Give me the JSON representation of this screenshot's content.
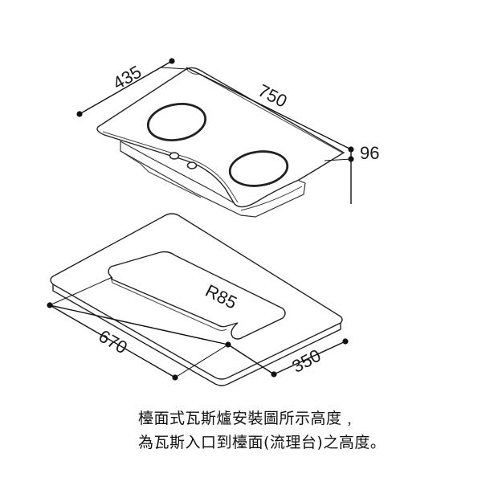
{
  "dimensions": {
    "stove_depth": "435",
    "stove_width": "750",
    "stove_height": "96",
    "cutout_width": "670",
    "cutout_depth": "350",
    "corner_radius": "R85"
  },
  "caption": {
    "line1": "檯面式瓦斯爐安裝圖所示高度﹐",
    "line2": "為瓦斯入口到檯面(流理台)之高度。"
  }
}
